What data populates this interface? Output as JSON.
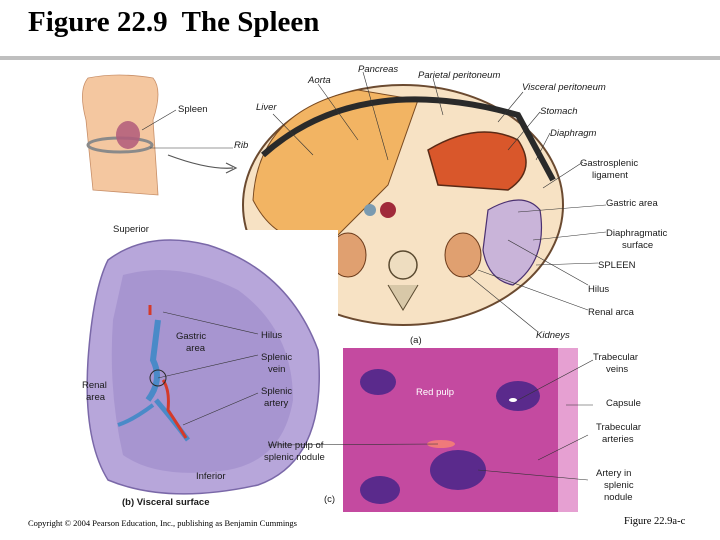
{
  "title": "Figure 22.9  The Spleen",
  "labels": {
    "spleen_small": "Spleen",
    "rib": "Rib",
    "pancreas": "Pancreas",
    "aorta": "Aorta",
    "liver": "Liver",
    "parietal_peritoneum": "Parietal peritoneum",
    "visceral_peritoneum": "Visceral peritoneum",
    "stomach": "Stomach",
    "diaphragm": "Diaphragm",
    "gastrosplenic_1": "Gastrosplenic",
    "gastrosplenic_2": "ligament",
    "gastric_area_a": "Gastric area",
    "diaphragmatic_1": "Diaphragmatic",
    "diaphragmatic_2": "surface",
    "spleen_caps": "SPLEEN",
    "hilus_a": "Hilus",
    "renal_area_a": "Renal arca",
    "kidneys": "Kidneys",
    "panel_a": "(a)",
    "superior": "Superior",
    "gastric_area_b_1": "Gastric",
    "gastric_area_b_2": "area",
    "hilus_b": "Hilus",
    "splenic_vein_1": "Splenic",
    "splenic_vein_2": "vein",
    "splenic_artery_1": "Splenic",
    "splenic_artery_2": "artery",
    "renal_area_b_1": "Renal",
    "renal_area_b_2": "area",
    "white_pulp_1": "White pulp of",
    "white_pulp_2": "splenic nodule",
    "inferior": "Inferior",
    "panel_b": "(b) Visceral surface",
    "panel_c": "(c)",
    "red_pulp": "Red pulp",
    "trabecular_veins_1": "Trabecular",
    "trabecular_veins_2": "veins",
    "capsule": "Capsule",
    "trabecular_arteries_1": "Trabecular",
    "trabecular_arteries_2": "arteries",
    "artery_in_1": "Artery in",
    "artery_in_2": "splenic",
    "artery_in_3": "nodule"
  },
  "footer": {
    "copyright": "Copyright © 2004 Pearson Education, Inc., publishing as Benjamin Cummings",
    "figure_ref": "Figure 22.9a-c"
  },
  "colors": {
    "liver": "#f2b463",
    "stomach": "#d9572b",
    "spleen": "#c9b4d9",
    "histology_bg": "#c44aa0",
    "nodule": "#5a2a8c"
  }
}
